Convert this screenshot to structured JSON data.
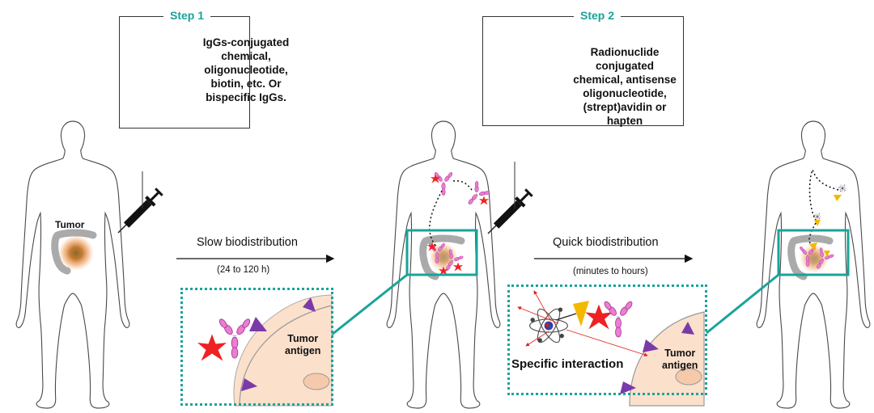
{
  "step1": {
    "title": "Step 1",
    "lines": [
      "IgGs-conjugated",
      "chemical,",
      "oligonucleotide,",
      "biotin, etc. Or",
      "bispecific IgGs."
    ]
  },
  "step2": {
    "title": "Step 2",
    "lines": [
      "Radionuclide conjugated",
      "chemical, antisense",
      "oligonucleotide,",
      "(strept)avidin or hapten"
    ]
  },
  "labels": {
    "tumor": "Tumor",
    "slow": "Slow biodistribution",
    "slow_time": "(24 to 120 h)",
    "quick": "Quick biodistribution",
    "quick_time": "(minutes to hours)",
    "tumor_antigen_1a": "Tumor",
    "tumor_antigen_1b": "antigen",
    "tumor_antigen_2a": "Tumor",
    "tumor_antigen_2b": "antigen",
    "specific": "Specific interaction"
  },
  "colors": {
    "teal": "#1aa39a",
    "antibody": "#c040a8",
    "antibody_fill": "#e87fd0",
    "star": "#ee2222",
    "triangle_yellow": "#f5b800",
    "antigen_purple": "#7a3aa8",
    "cell": "#fbe0cc",
    "nucleus": "#f6c9aa",
    "tumor": "#e8833a",
    "intestine": "#b0b0b0"
  },
  "icons": [
    "antibody-icon",
    "red-star-icon",
    "atom-icon",
    "yellow-triangle-icon",
    "syringe-icon",
    "human-silhouette-icon"
  ]
}
